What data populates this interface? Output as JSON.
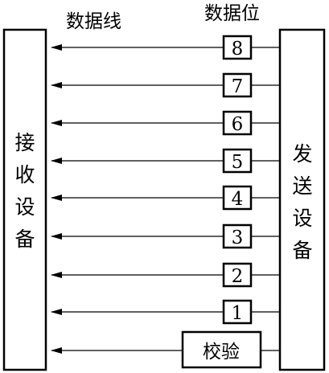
{
  "labels": {
    "data_line": "数据线",
    "data_bit": "数据位"
  },
  "receiver": {
    "chars": [
      "接",
      "收",
      "设",
      "备"
    ]
  },
  "sender": {
    "chars": [
      "发",
      "送",
      "设",
      "备"
    ]
  },
  "bits": [
    "8",
    "7",
    "6",
    "5",
    "4",
    "3",
    "2",
    "1"
  ],
  "parity": "校验"
}
